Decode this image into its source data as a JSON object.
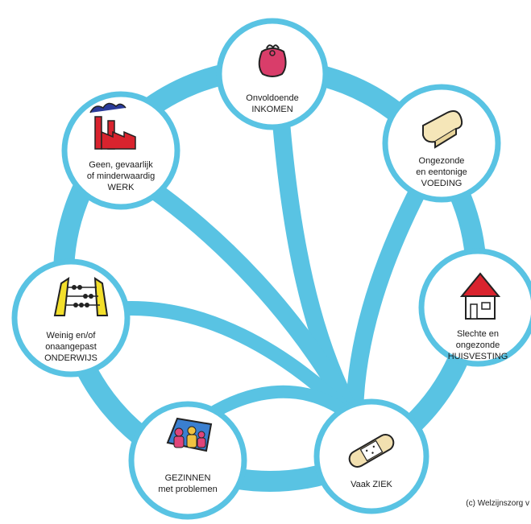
{
  "nodes": [
    {
      "id": "inkomen",
      "icon": "purse-icon",
      "lines": [
        "Onvoldoende",
        "INKOMEN"
      ]
    },
    {
      "id": "voeding",
      "icon": "bread-icon",
      "lines": [
        "Ongezonde",
        "en eentonige",
        "VOEDING"
      ]
    },
    {
      "id": "huisvesting",
      "icon": "house-icon",
      "lines": [
        "Slechte en",
        "ongezonde",
        "HUISVESTING"
      ]
    },
    {
      "id": "ziek",
      "icon": "bandage-icon",
      "lines": [
        "Vaak ZIEK"
      ]
    },
    {
      "id": "gezinnen",
      "icon": "family-photo-icon",
      "lines": [
        "GEZINNEN",
        "met problemen"
      ]
    },
    {
      "id": "onderwijs",
      "icon": "abacus-icon",
      "lines": [
        "Weinig en/of",
        "onaangepast",
        "ONDERWIJS"
      ]
    },
    {
      "id": "werk",
      "icon": "factory-icon",
      "lines": [
        "Geen, gevaarlijk",
        "of minderwaardig",
        "WERK"
      ]
    }
  ],
  "credit": "(c) Welzijnszorg v",
  "colors": {
    "ring": "#59c3e3",
    "node_border": "#59c3e3",
    "node_fill": "#ffffff"
  }
}
